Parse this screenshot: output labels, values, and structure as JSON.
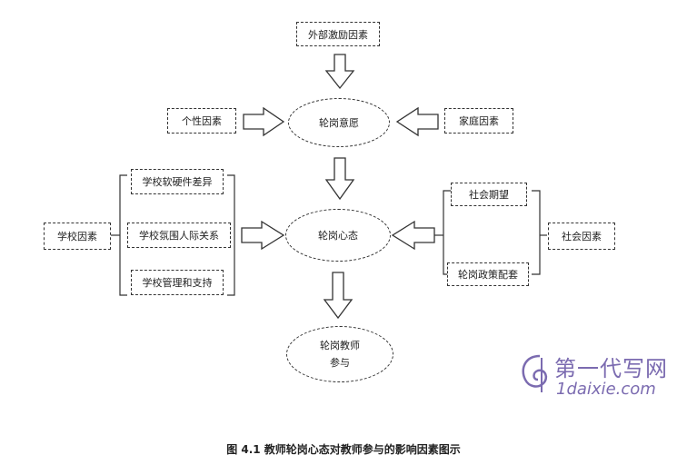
{
  "nodes": {
    "external": "外部激励因素",
    "personality": "个性因素",
    "rotation_will": "轮岗意愿",
    "family": "家庭因素",
    "hardware_diff": "学校软硬件差异",
    "atmosphere": "学校氛围人际关系",
    "management": "学校管理和支持",
    "school_factors": "学校因素",
    "rotation_mindset": "轮岗心态",
    "social_expect": "社会期望",
    "policy": "轮岗政策配套",
    "social_factors": "社会因素",
    "participation_line1": "轮岗教师",
    "participation_line2": "参与"
  },
  "caption": "图 4.1 教师轮岗心态对教师参与的影响因素图示",
  "watermark": {
    "chinese": "第一代写网",
    "latin": "1daixie.com"
  },
  "colors": {
    "line": "#333333",
    "watermark": "#7b6bb0"
  }
}
